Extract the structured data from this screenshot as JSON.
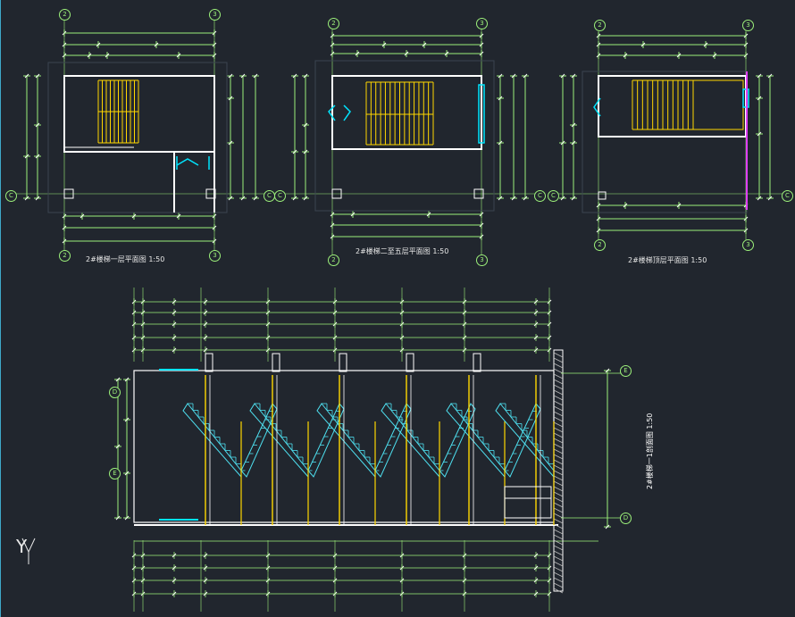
{
  "titles": {
    "plan1": "2#楼梯一层平面图",
    "plan1_scale": "1:50",
    "plan2": "2#楼梯二至五层平面图",
    "plan2_scale": "1:50",
    "plan3": "2#楼梯顶层平面图",
    "plan3_scale": "1:50",
    "section": "2#楼梯一1剖面图",
    "section_scale": "1:50"
  },
  "axis_labels": {
    "a2": "2",
    "a3": "3",
    "aC": "C",
    "aD": "D",
    "aE": "E"
  },
  "ucs_label": "Y",
  "colors": {
    "background": "#21262e",
    "wall": "#ffffff",
    "dimension": "#9cf07a",
    "stair": "#ffd700",
    "glass": "#00e5ff",
    "rail": "#e040fb",
    "section_stair": "#4ee0f0"
  }
}
